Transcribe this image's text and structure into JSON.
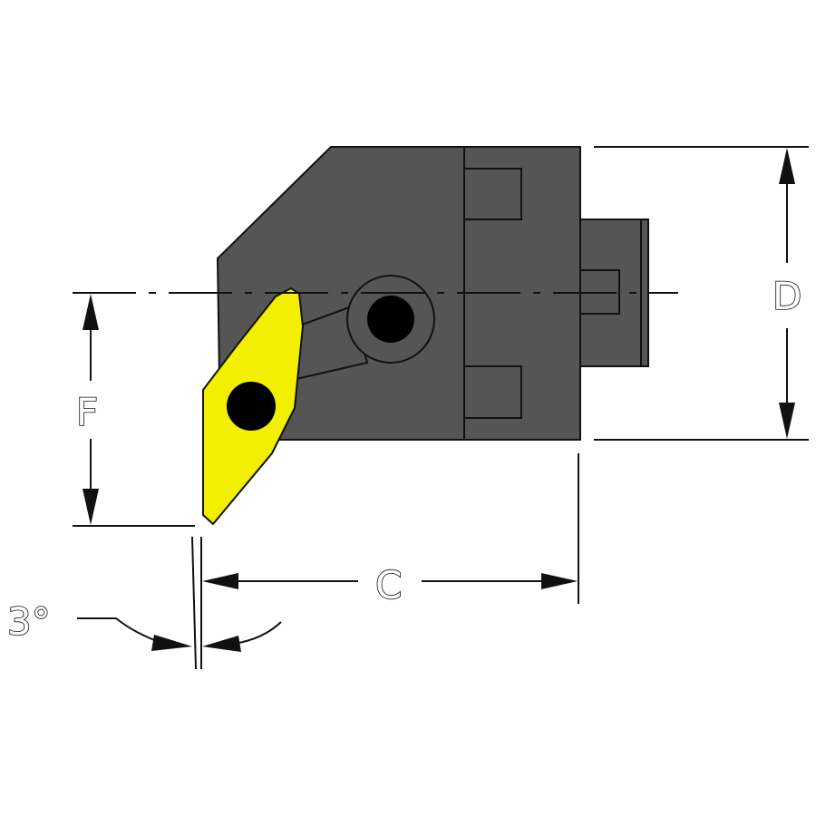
{
  "labels": {
    "D": "D",
    "F": "F",
    "C": "C",
    "angle": "3°"
  },
  "colors": {
    "body": "#555555",
    "body_dark": "#4a4a4a",
    "insert": "#f2ef00",
    "outline": "#111111",
    "hole": "#000000",
    "background": "#ffffff"
  }
}
